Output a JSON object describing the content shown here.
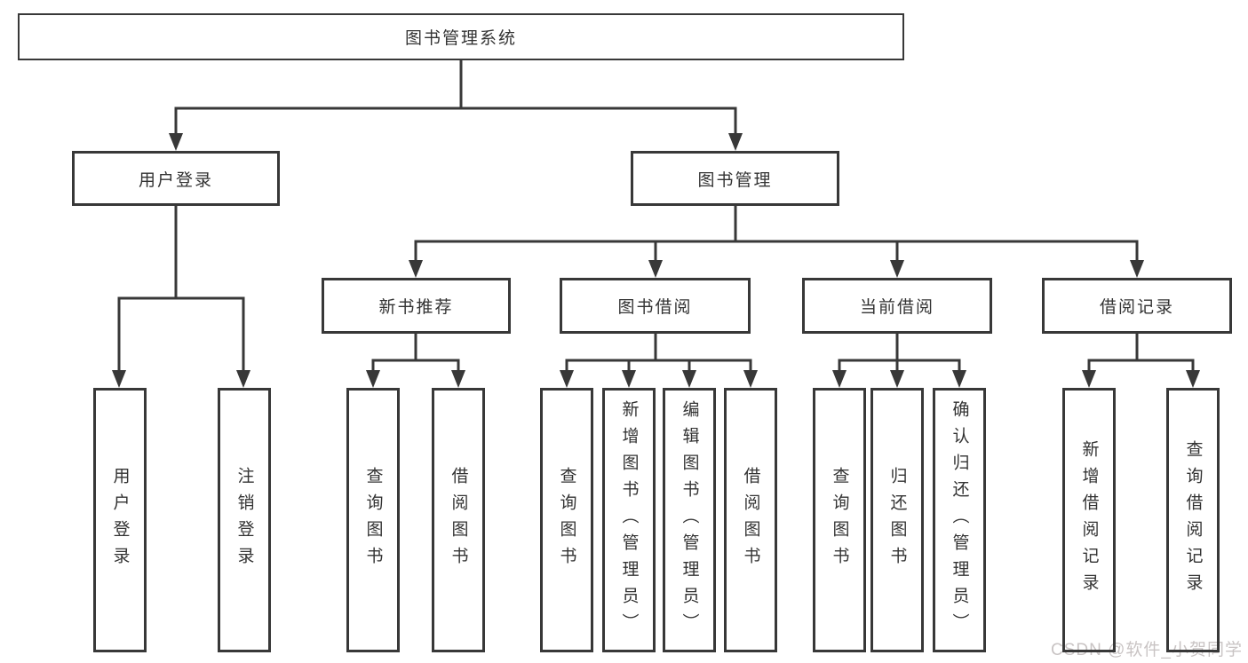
{
  "diagram": {
    "title_note": "functional structure chart",
    "root": {
      "label": "图书管理系统"
    },
    "user_login": {
      "label": "用户登录",
      "children": [
        {
          "label": "用户登录"
        },
        {
          "label": "注销登录"
        }
      ]
    },
    "book_mgmt": {
      "label": "图书管理",
      "new_book": {
        "label": "新书推荐",
        "children": [
          {
            "label": "查询图书"
          },
          {
            "label": "借阅图书"
          }
        ]
      },
      "borrow": {
        "label": "图书借阅",
        "children": [
          {
            "label": "查询图书"
          },
          {
            "label": "新增图书（管理员）"
          },
          {
            "label": "编辑图书（管理员）"
          },
          {
            "label": "借阅图书"
          }
        ]
      },
      "current": {
        "label": "当前借阅",
        "children": [
          {
            "label": "查询图书"
          },
          {
            "label": "归还图书"
          },
          {
            "label": "确认归还（管理员）"
          }
        ]
      },
      "records": {
        "label": "借阅记录",
        "children": [
          {
            "label": "新增借阅记录"
          },
          {
            "label": "查询借阅记录"
          }
        ]
      }
    },
    "colors": {
      "line": "#383838",
      "text": "#333333",
      "watermark": "#c9c4c4"
    }
  },
  "watermark": {
    "text": "CSDN @软件_小贺同学"
  }
}
